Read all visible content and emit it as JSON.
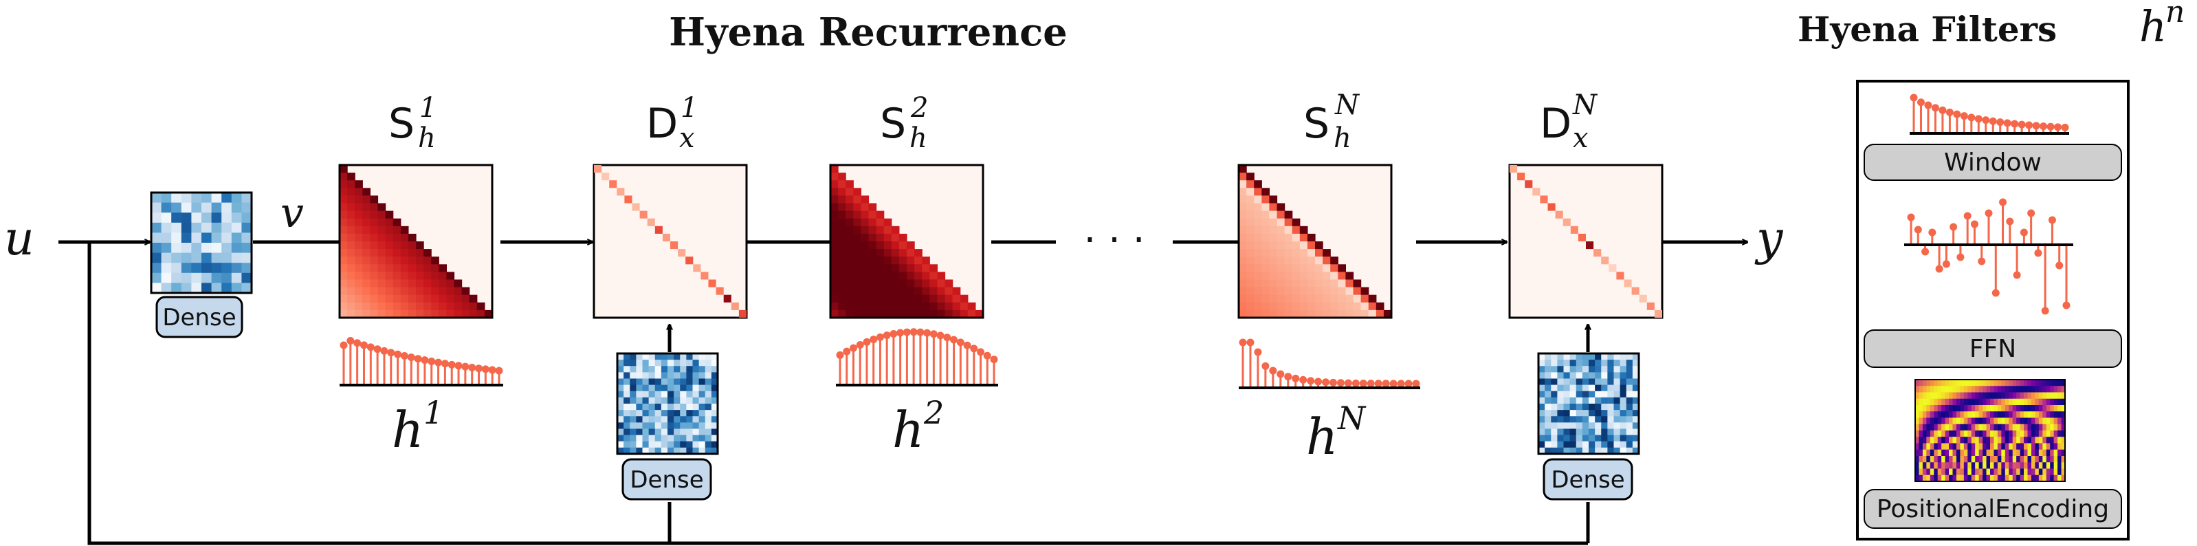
{
  "recurrence": {
    "title": "Hyena Recurrence",
    "input_symbol": "u",
    "after_dense_symbol": "v",
    "output_symbol": "y",
    "ellipsis": "· · ·",
    "dense_label": "Dense",
    "operators": [
      {
        "letter": "S",
        "sub": "h",
        "sup": "1",
        "type": "toeplitz"
      },
      {
        "letter": "D",
        "sub": "x",
        "sup": "1",
        "type": "diagonal"
      },
      {
        "letter": "S",
        "sub": "h",
        "sup": "2",
        "type": "toeplitz"
      },
      {
        "letter": "S",
        "sub": "h",
        "sup": "N",
        "type": "toeplitz"
      },
      {
        "letter": "D",
        "sub": "x",
        "sup": "N",
        "type": "diagonal"
      }
    ],
    "filters": [
      {
        "base": "h",
        "sup": "1"
      },
      {
        "base": "h",
        "sup": "2"
      },
      {
        "base": "h",
        "sup": "N"
      }
    ]
  },
  "filters_panel": {
    "title": "Hyena Filters",
    "title_symbol": "h",
    "title_sup": "n",
    "items": [
      "Window",
      "FFN",
      "PositionalEncoding"
    ]
  },
  "colors": {
    "filter_stem": "#f4674a",
    "dense_blue": "#2a6fb1",
    "pill_blue_fill": "#c5d8ec",
    "pill_gray_fill": "#cfcfcf",
    "line": "#000000"
  }
}
